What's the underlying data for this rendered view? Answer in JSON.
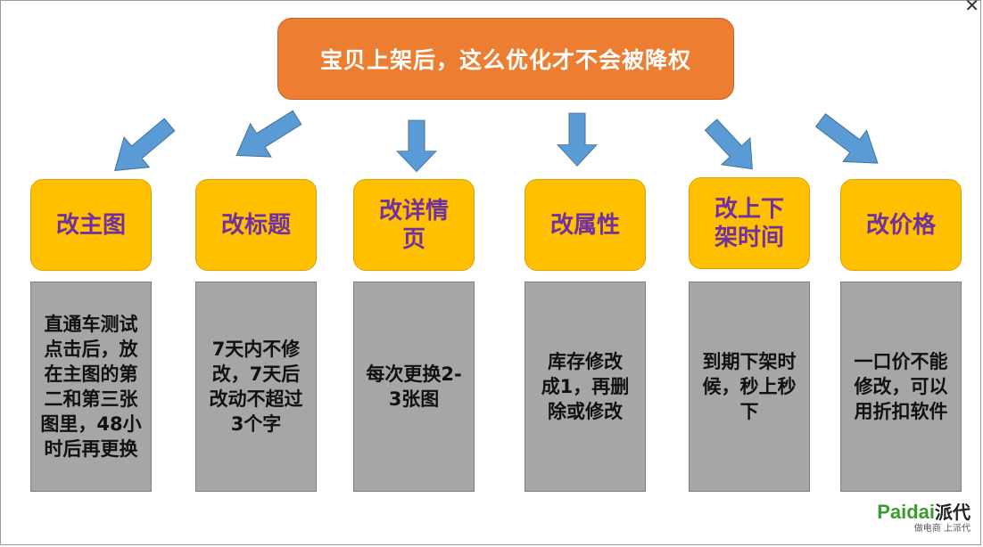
{
  "title": "宝贝上架后，这么优化才不会被降权",
  "close_glyph": "✕",
  "categories": [
    {
      "label": "改主图",
      "detail": "直通车测试点击后，放在主图的第二和第三张图里，48小时后再更换"
    },
    {
      "label": "改标题",
      "detail": "7天内不修改，7天后改动不超过3个字"
    },
    {
      "label": "改详情页",
      "detail": "每次更换2-3张图"
    },
    {
      "label": "改属性",
      "detail": "库存修改成1，再删除或修改"
    },
    {
      "label": "改上下架时间",
      "detail": "到期下架时候，秒上秒下"
    },
    {
      "label": "改价格",
      "detail": "一口价不能修改，可以用折扣软件"
    }
  ],
  "logo": {
    "brand": "Paidai",
    "brand_cn": "派代",
    "tagline": "做电商 上派代"
  },
  "colors": {
    "root": "#ed7d31",
    "category": "#ffc000",
    "category_text": "#7030a0",
    "detail": "#a6a6a6",
    "arrow": "#5b9bd5"
  }
}
